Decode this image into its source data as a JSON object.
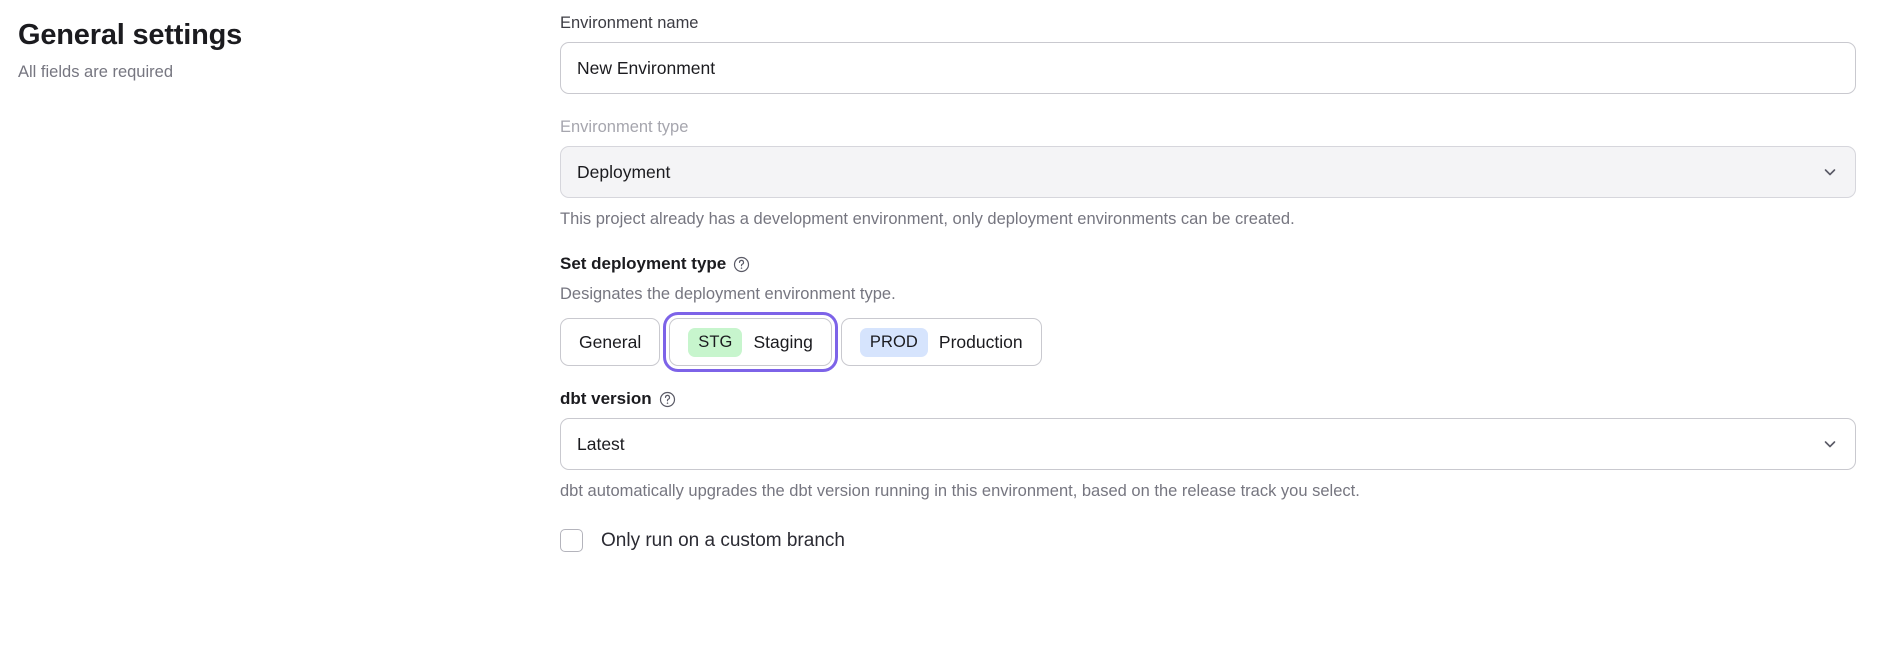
{
  "header": {
    "title": "General settings",
    "subtitle": "All fields are required"
  },
  "form": {
    "environment_name": {
      "label": "Environment name",
      "value": "New Environment",
      "placeholder": "Environment name"
    },
    "environment_type": {
      "label": "Environment type",
      "value": "Deployment",
      "disabled": true,
      "helper": "This project already has a development environment, only deployment environments can be created.",
      "chevron_icon": "chevron-down-icon"
    },
    "deployment_type": {
      "label": "Set deployment type",
      "help_icon": "question-circle-icon",
      "description": "Designates the deployment environment type.",
      "options": [
        {
          "badge": "",
          "label": "General",
          "badge_bg": "",
          "selected": false
        },
        {
          "badge": "STG",
          "label": "Staging",
          "badge_bg": "#c7f5cd",
          "selected": true
        },
        {
          "badge": "PROD",
          "label": "Production",
          "badge_bg": "#d6e4fd",
          "selected": false
        }
      ]
    },
    "dbt_version": {
      "label": "dbt version",
      "help_icon": "question-circle-icon",
      "value": "Latest",
      "helper": "dbt automatically upgrades the dbt version running in this environment, based on the release track you select.",
      "chevron_icon": "chevron-down-icon"
    },
    "custom_branch": {
      "label": "Only run on a custom branch",
      "checked": false
    }
  },
  "colors": {
    "focus_ring": "#7d63e8",
    "staging_badge": "#c7f5cd",
    "production_badge": "#d6e4fd",
    "border": "#c9c9cf",
    "muted_text": "#767680"
  }
}
